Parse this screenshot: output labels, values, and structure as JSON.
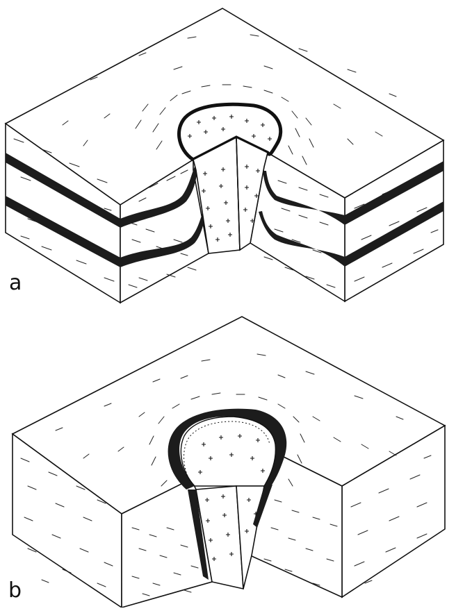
{
  "figure": {
    "panels": [
      {
        "id": "a",
        "label": "a"
      },
      {
        "id": "b",
        "label": "b"
      }
    ],
    "colors": {
      "background": "#ffffff",
      "line": "#111111",
      "layer_fill": "#1c1c1c"
    }
  }
}
